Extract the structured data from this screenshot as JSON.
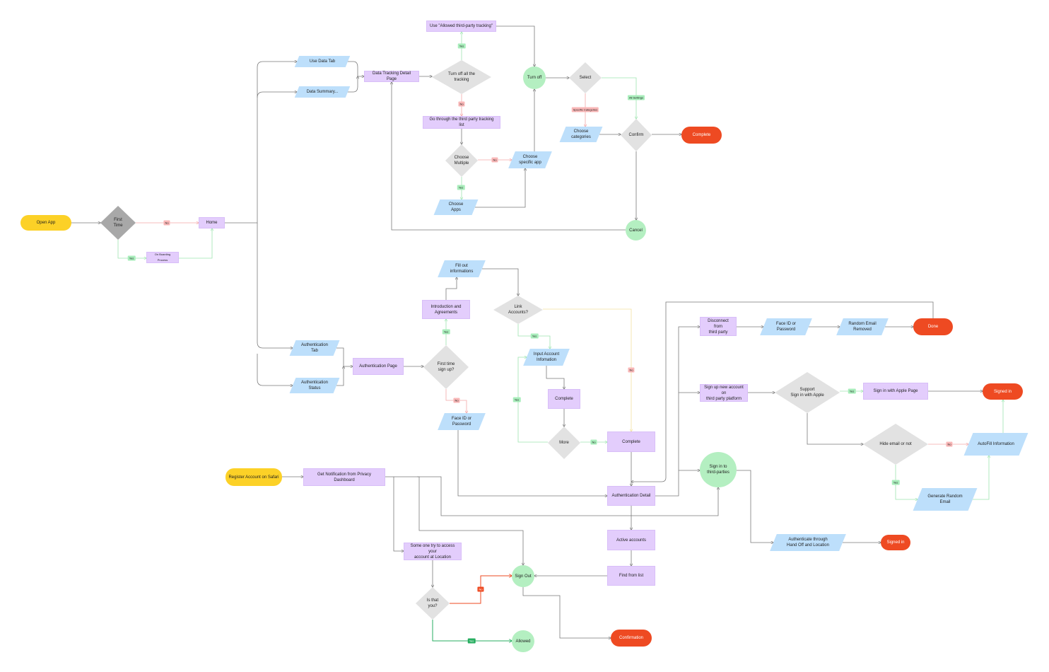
{
  "nodes": {
    "open_app": {
      "text": "Open App"
    },
    "first_time": {
      "text": "First\nTime"
    },
    "home": {
      "text": "Home"
    },
    "onboarding": {
      "text": "On Boarding Process"
    },
    "use_data_tab": {
      "text": "Use Data Tab"
    },
    "data_summary": {
      "text": "Data Summary..."
    },
    "data_tracking_detail": {
      "text": "Data Tracking Detail Page"
    },
    "turn_off_all": {
      "text": "Turn off all the\ntracking"
    },
    "use_allowed": {
      "text": "Use \"Allowed third-party tracking\""
    },
    "go_through_list": {
      "text": "Go through the third party tracking list"
    },
    "choose_multiple": {
      "text": "Choose\nMultiple"
    },
    "choose_apps": {
      "text": "Choose\nApps"
    },
    "choose_specific_app": {
      "text": "Choose\nspecific app"
    },
    "turn_off": {
      "text": "Turn off"
    },
    "select": {
      "text": "Select"
    },
    "choose_categories": {
      "text": "Choose\ncategories"
    },
    "confirm": {
      "text": "Confirm"
    },
    "complete_1": {
      "text": "Complete"
    },
    "cancel": {
      "text": "Cancel"
    },
    "auth_tab": {
      "text": "Authentication\nTab"
    },
    "auth_status": {
      "text": "Authentication\nStatus"
    },
    "auth_page": {
      "text": "Authentication Page"
    },
    "first_time_signup": {
      "text": "First time\nsign up?"
    },
    "intro_agreements": {
      "text": "Introduction and\nAgreements"
    },
    "fill_out_info": {
      "text": "Fill out\ninformations"
    },
    "link_accounts": {
      "text": "Link\nAccounts?"
    },
    "input_account_info": {
      "text": "Input Account\nInfomation"
    },
    "complete_2": {
      "text": "Complete"
    },
    "more": {
      "text": "More"
    },
    "complete_3": {
      "text": "Complete"
    },
    "faceid_1": {
      "text": "Face ID or\nPassword"
    },
    "auth_detail": {
      "text": "Authentication Detail"
    },
    "active_accounts": {
      "text": "Active accounts"
    },
    "find_from_list": {
      "text": "Find from list"
    },
    "disconnect": {
      "text": "Disconnect from\nthird party"
    },
    "faceid_2": {
      "text": "Face ID or\nPassword"
    },
    "random_email_removed": {
      "text": "Random Email\nRemoved"
    },
    "done": {
      "text": "Done"
    },
    "sign_up_new": {
      "text": "Sign up new account on\nthird party platform"
    },
    "support_apple": {
      "text": "Support\nSign in with Apple"
    },
    "sign_in_apple_page": {
      "text": "Sign in with Apple Page"
    },
    "signed_in_1": {
      "text": "Signed in"
    },
    "hide_email": {
      "text": "Hide email or not"
    },
    "autofill": {
      "text": "AutoFill Information"
    },
    "generate_email": {
      "text": "Generate Random\nEmail"
    },
    "sign_in_third": {
      "text": "Sign in to\nthird-parties"
    },
    "authenticate_handoff": {
      "text": "Authenticate through\nHand Off and Location"
    },
    "signed_in_2": {
      "text": "Signed in"
    },
    "register_safari": {
      "text": "Register Account on Safari"
    },
    "get_notification": {
      "text": "Get Notification from Privacy Dashboard"
    },
    "someone_try": {
      "text": "Some one try to access your\naccount at Location"
    },
    "is_that_you": {
      "text": "Is that\nyou?"
    },
    "sign_out": {
      "text": "Sign Out"
    },
    "allowed": {
      "text": "Allowed"
    },
    "confirmation": {
      "text": "Confirmation"
    }
  },
  "tags": {
    "no_first_time": "No",
    "yes_first_time": "Yes",
    "yes_turn_off": "Yes",
    "no_turn_off": "No",
    "no_choose_multiple": "No",
    "yes_choose_multiple": "Yes",
    "specific_categories": "Specific Categories",
    "all_settings": "All Settings",
    "yes_signup": "Yes",
    "no_signup": "No",
    "yes_link": "Yes",
    "no_link": "No",
    "yes_more": "Yes",
    "no_more": "No",
    "yes_support": "Yes",
    "no_hide": "No",
    "yes_hide": "Yes",
    "no_is_that_you": "No",
    "yes_is_that_you": "Yes"
  },
  "colors": {
    "terminal_yellow": "#fcd127",
    "terminal_red": "#ee4a22",
    "process_purple": "#e3cdfc",
    "io_blue": "#bddffb",
    "circle_green": "#b4efc1",
    "decision_gray": "#e2e2e2",
    "edge_gray": "#7a7a7a",
    "edge_green": "#9fe5b0",
    "edge_red": "#f4a7a7",
    "edge_yellow": "#f3e1a0",
    "edge_strong_red": "#ee4a22",
    "edge_strong_green": "#27ae60"
  }
}
